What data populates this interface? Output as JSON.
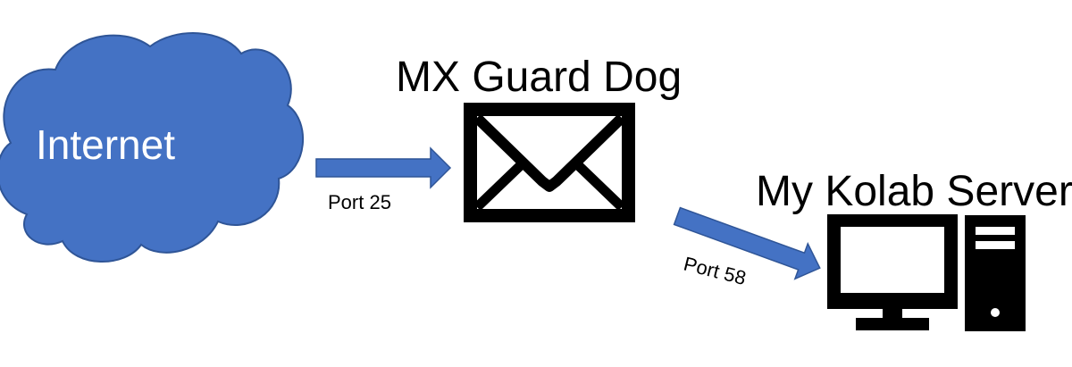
{
  "diagram": {
    "internet": {
      "label": "Internet",
      "fill_color": "#4472c4",
      "icon": "cloud-icon"
    },
    "mx_guard_dog": {
      "label": "MX Guard Dog",
      "icon": "envelope-icon"
    },
    "kolab_server": {
      "label": "My Kolab Server",
      "icon": "desktop-computer-icon"
    },
    "arrows": {
      "color": "#4472c4",
      "internet_to_mx": {
        "label": "Port 25"
      },
      "mx_to_kolab": {
        "label": "Port 58"
      }
    }
  }
}
